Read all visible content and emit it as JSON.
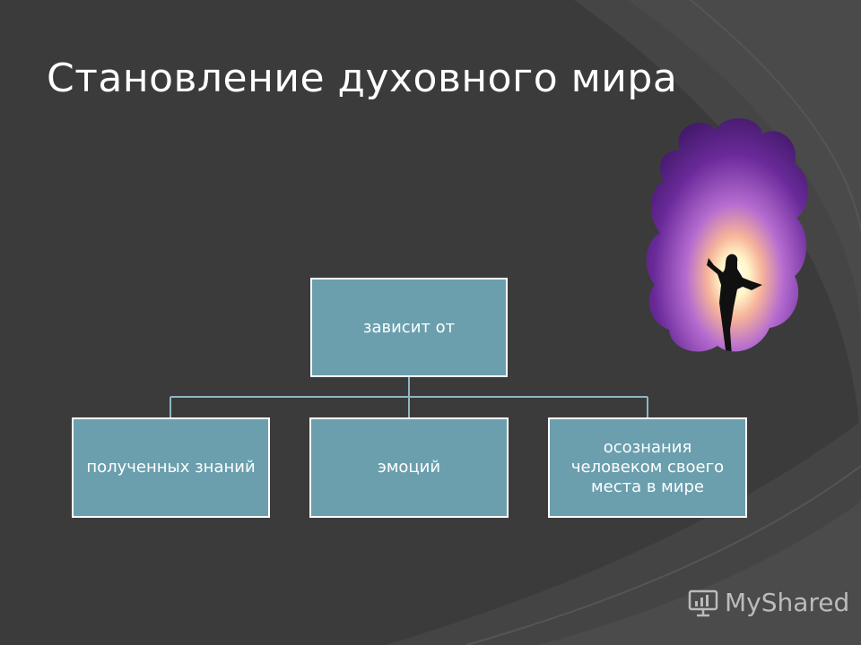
{
  "slide": {
    "title": "Становление духовного мира"
  },
  "diagram": {
    "root": {
      "label": "зависит от"
    },
    "children": [
      {
        "label": "полученных знаний"
      },
      {
        "label": "эмоций"
      },
      {
        "label": "осознания человеком своего места в мире"
      }
    ]
  },
  "colors": {
    "background": "#3b3b3b",
    "box_fill": "#6b9fae",
    "box_border": "#ffffff",
    "connector": "#8fb7c3",
    "title_text": "#ffffff"
  },
  "watermark": {
    "brand": "MyShared"
  }
}
